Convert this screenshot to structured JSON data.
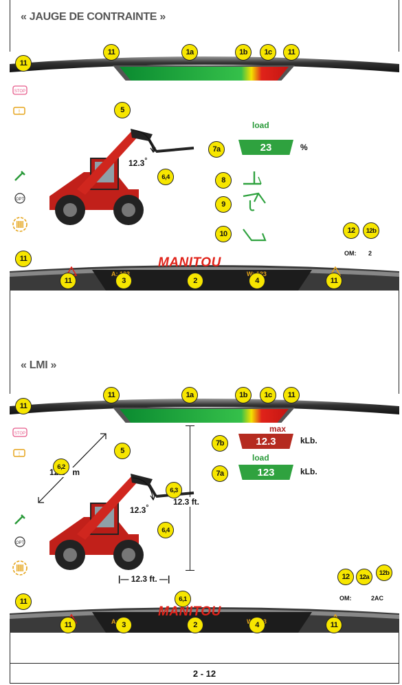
{
  "sections": [
    {
      "title": "« JAUGE DE CONTRAINTE »",
      "load_label": "load",
      "load_value": "23",
      "load_unit": "%",
      "angle_value": "12.3",
      "angle_unit": "°",
      "dash_left": "A:  123",
      "dash_right": "W:  123",
      "brand": "MANITOU",
      "om_label": "OM:",
      "om_value": "2"
    },
    {
      "title": "« LMI »",
      "max_label": "max",
      "max_value": "12.3",
      "max_unit": "kLb.",
      "load_label": "load",
      "load_value": "123",
      "load_unit": "kLb.",
      "reach_value": "12.3",
      "reach_unit": "m",
      "angle_value": "12.3",
      "angle_unit": "°",
      "height_value": "12.3 ft.",
      "width_value": "12.3 ft.",
      "dash_left": "A:  123",
      "dash_right": "W:  123",
      "brand": "MANITOU",
      "om_label": "OM:",
      "om_value": "2AC"
    }
  ],
  "callouts": {
    "c11": "11",
    "c1a": "1a",
    "c1b": "1b",
    "c1c": "1c",
    "c5": "5",
    "c64": "6,4",
    "c7a": "7a",
    "c7b": "7b",
    "c8": "8",
    "c9": "9",
    "c10": "10",
    "c12": "12",
    "c12a": "12a",
    "c12b": "12b",
    "c2": "2",
    "c3": "3",
    "c4": "4",
    "c62": "6,2",
    "c63": "6,3",
    "c61": "6,1"
  },
  "page_number": "2 - 12"
}
